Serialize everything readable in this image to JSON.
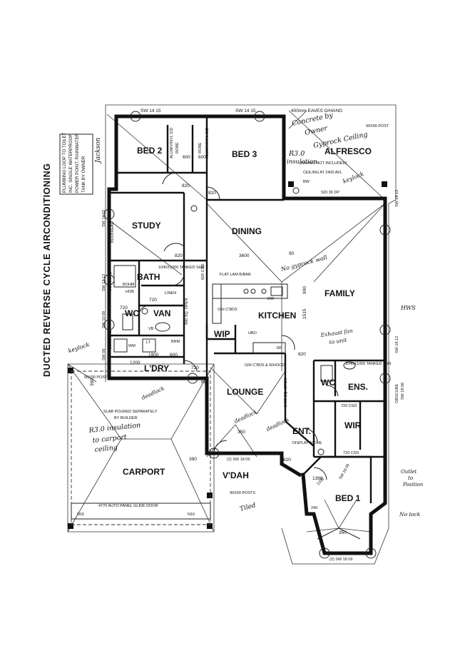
{
  "title": "DUCTED REVERSE CYCLE AIRCONDITIONING",
  "plumbing_note": [
    "PLUMBING LOOP TO TOILET",
    "INC. SINGLE WATERPROOF",
    "POWER POINT. RAINWATER",
    "TANK BY OWNER"
  ],
  "handwritten": {
    "plumbing_tick": "Jackson",
    "alfresco_note": [
      "Concrete by",
      "Owner",
      "Gyprock Ceiling",
      "R3.0",
      "insulation"
    ],
    "keylock_top": "keylock",
    "keylock_left": "keylock",
    "deadlock_lounge": "deadlock",
    "deadlock_entry": "deadlock",
    "deadlock_carport": "deadlock",
    "no_gyprock": "No gyprock wall",
    "exhaust_fan": [
      "Exhaust fan",
      "to unit"
    ],
    "carport_note": [
      "R3.0 insulation",
      "to carport",
      "ceiling"
    ],
    "tiled": "Tiled",
    "hws": "HWS",
    "no_lock": "No lock",
    "ensuite_note": [
      "Outlet",
      "to",
      "Position"
    ]
  },
  "rooms": {
    "bed2": "BED 2",
    "bed3": "BED 3",
    "alfresco": "ALFRESCO",
    "study": "STUDY",
    "dining": "DINING",
    "bath": "BATH",
    "wc": "WC",
    "van": "VAN",
    "kitchen": "KITCHEN",
    "family": "FAMILY",
    "wip": "WIP",
    "ldry": "L'DRY",
    "lounge": "LOUNGE",
    "ens_wc": "WC",
    "ens": "ENS.",
    "wir": "WIR",
    "ent": "ENT.",
    "carport": "CARPORT",
    "vdah": "V'DAH",
    "bed1": "BED 1"
  },
  "annotations": {
    "eaves": "400mm EAVES O/HANG",
    "sw_top_1": "SW 14 15",
    "sw_top_2": "SW 14 15",
    "robe_1": "ROBE",
    "robe_2": "ROBE",
    "alum_vinyl": "ALUM/VINYL S/D",
    "post_top": "90X90 POST",
    "paving": "(PAVING NOT INCLUDED)",
    "ceiling": "CEILING AT 2400 AFL",
    "bw": "BW",
    "sdi": "SDI 36 DP",
    "sw_right_1": "SW 18 12",
    "sw_right_2": "SW 18 12",
    "sw_right_3": "SW 18 06",
    "sw_left_1": "SW 14 15",
    "sw_left_2": "SW 12 12",
    "sw_left_3": "SW 10 09",
    "sw_left_4": "SW 06",
    "bulkhead": "BULKHEAD",
    "obscure_left_1": "OBSCURE",
    "obscure_left_2": "OBSCURE",
    "obscure_right": "OBSCURE",
    "dim_3600": "3600",
    "dim_90": "90",
    "dim_820a": "820",
    "dim_820b": "820",
    "dim_820c": "820",
    "dim_820d": "820",
    "dim_820e": "820",
    "dim_600a": "600",
    "dim_600b": "600",
    "dim_720a": "720",
    "dim_720b": "720",
    "dim_720c": "720",
    "dim_1900": "1900",
    "dim_600c": "600",
    "dim_1200": "1200",
    "dim_900": "900",
    "dim_1515": "1515",
    "dim_350a": "350",
    "dim_350b": "350",
    "dim_390a": "390",
    "dim_390b": "390",
    "dim_1388": "1388",
    "dim_4770": "4770 AUTO PANEL GLIDE DOOR",
    "flat_lam": "FLAT LAM B/BAR",
    "oh_cbds": "O/H C'BDS",
    "oh_hood": "O/H C'BDS & R/HOOD",
    "dw": "DW",
    "rf": "RF",
    "ubo": "UBO",
    "wm": "WM",
    "lt": "LT",
    "brm": "BRM",
    "vb": "VB",
    "shr": "1040X1000 TANKED SHR",
    "shr_ens": "1040X1000 TANKED SHR",
    "linen": "LINEN",
    "bohm": "BOHM",
    "hob": "HOB",
    "sq_open_1": "900 SQ. OPEN",
    "sq_open_2": "2400 SQ. OPEN",
    "csd_1": "820 CSD",
    "csd_2": "720 CSD",
    "csd_3": "720 CSD",
    "display_niche": "DISPLAY NICHE",
    "bw_left": "BW",
    "posts_left": "90X90 POSTS",
    "posts_bottom": "90X90 POSTS",
    "slab": [
      "SLAB POURED SEPARATELY",
      "BY BUILDER"
    ],
    "n16_left": "N16",
    "n16_right": "N16",
    "sw_bottom": "(2) SW 18 09",
    "sw_bottom_2": "(2) SW 18 09",
    "sw_ent": "SW 18 09",
    "dim_240": "240",
    "dim_1200b": "1200"
  }
}
